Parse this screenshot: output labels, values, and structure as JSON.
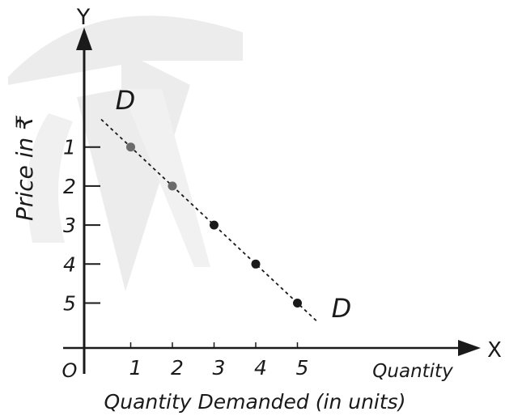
{
  "chart_data": {
    "type": "line",
    "title": "",
    "xlabel": "Quantity Demanded (in units)",
    "ylabel": "Price in ₹",
    "x_axis_name": "Quantity",
    "x_axis_letter": "X",
    "y_axis_letter": "Y",
    "origin_label": "O",
    "curve_label_start": "D",
    "curve_label_end": "D",
    "x_ticks": [
      "1",
      "2",
      "3",
      "4",
      "5"
    ],
    "y_ticks": [
      "1",
      "2",
      "3",
      "4",
      "5"
    ],
    "y_direction": "increasing-downward",
    "grid": false,
    "series": [
      {
        "values": [
          [
            1,
            1
          ],
          [
            2,
            2
          ],
          [
            3,
            3
          ],
          [
            4,
            4
          ],
          [
            5,
            5
          ]
        ],
        "style": "dashed",
        "marker": "dot"
      }
    ],
    "colors": {
      "ink": "#1a1a1a",
      "watermark": "#e9e9e9",
      "gray_points": "#6b6b6b"
    }
  }
}
